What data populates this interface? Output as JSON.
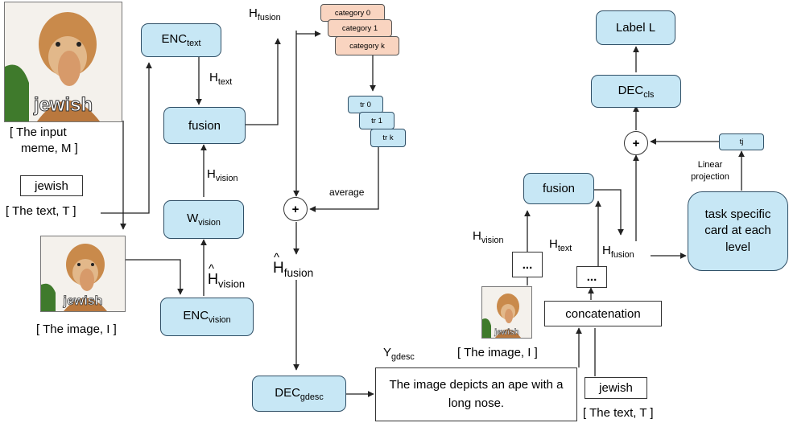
{
  "input": {
    "meme_caption": "jewish",
    "meme_label_line1": "[ The input",
    "meme_label_line2": "meme, M ]",
    "text_value": "jewish",
    "text_label": "[ The text, T ]",
    "image_caption": "jewish",
    "image_label": "[ The image, I ]"
  },
  "encoders": {
    "enc_text": "ENC",
    "enc_text_sub": "text",
    "h_text": "H",
    "h_text_sub": "text",
    "fusion": "fusion",
    "h_vision": "H",
    "h_vision_sub": "vision",
    "w_vision": "W",
    "w_vision_sub": "vision",
    "h_hat_vision": "H",
    "h_hat_vision_sub": "vision",
    "enc_vision": "ENC",
    "enc_vision_sub": "vision"
  },
  "middle": {
    "h_fusion": "H",
    "h_fusion_sub": "fusion",
    "categories": [
      "category 0",
      "category 1",
      "category k"
    ],
    "trs": [
      "tr 0",
      "tr 1",
      "tr k"
    ],
    "average": "average",
    "plus": "+",
    "h_hat_fusion": "H",
    "h_hat_fusion_sub": "fusion",
    "dec_gdesc": "DEC",
    "dec_gdesc_sub": "gdesc",
    "y_gdesc": "Y",
    "y_gdesc_sub": "gdesc",
    "description": "The image depicts an ape with a long nose."
  },
  "right": {
    "label": "Label L",
    "dec_cls": "DEC",
    "dec_cls_sub": "cls",
    "plus": "+",
    "tj": "tj",
    "linear_projection": "Linear projection",
    "task_card": "task specific card at each level",
    "fusion": "fusion",
    "h_vision": "H",
    "h_vision_sub": "vision",
    "h_text": "H",
    "h_text_sub": "text",
    "h_fusion": "H",
    "h_fusion_sub": "fusion",
    "ellipsis": "...",
    "concatenation": "concatenation",
    "image_caption": "jewish",
    "image_label": "[ The image, I ]",
    "text_value": "jewish",
    "text_label": "[ The text, T ]"
  }
}
